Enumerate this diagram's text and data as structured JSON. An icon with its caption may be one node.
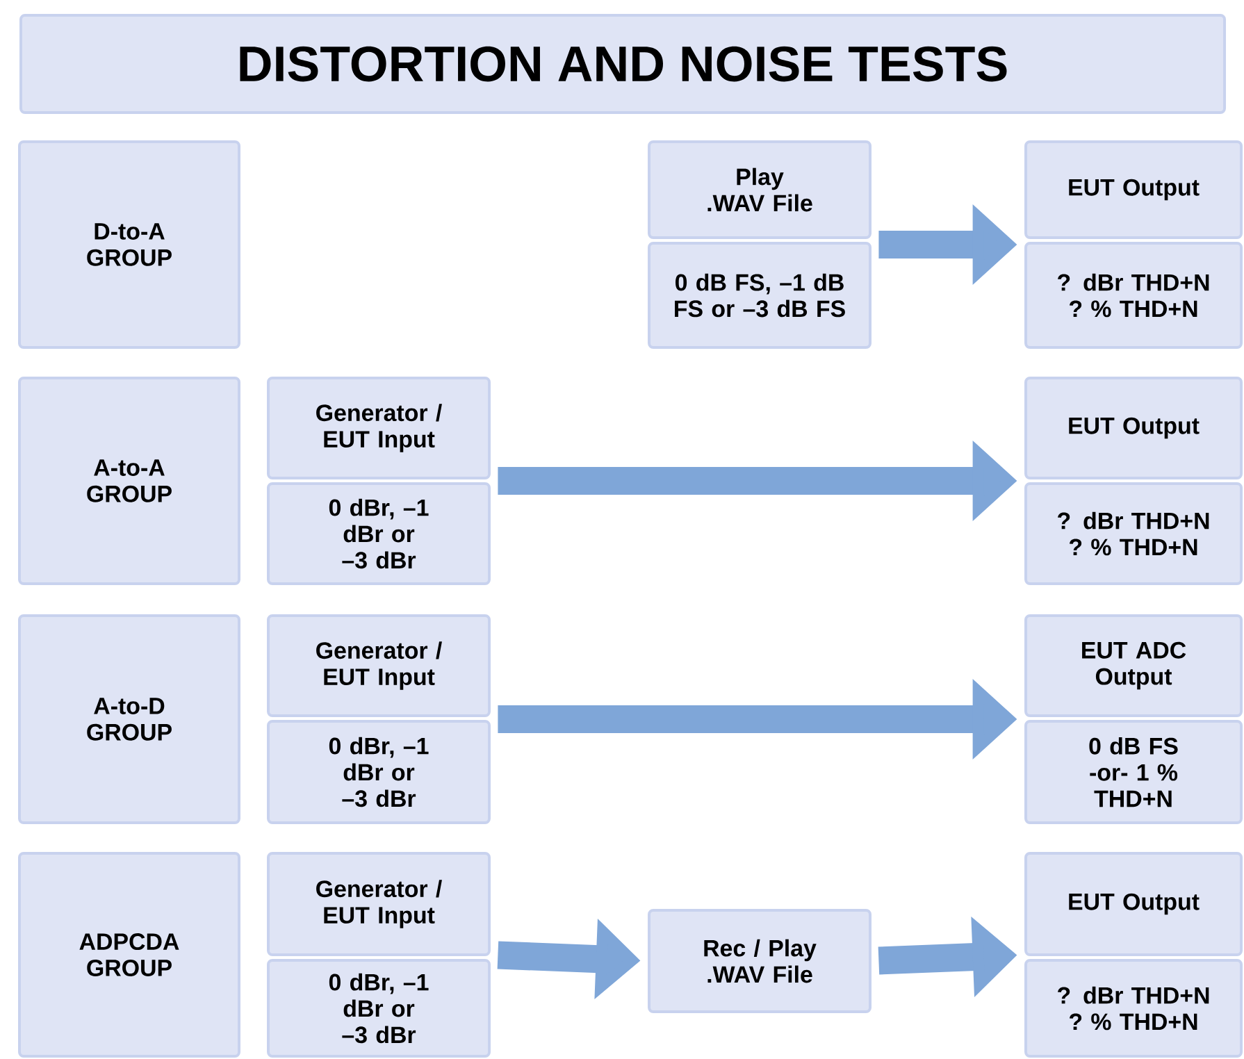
{
  "diagram": {
    "title": "DISTORTION AND NOISE TESTS",
    "nodes": [
      {
        "text": [
          "D-to-A GROUP"
        ]
      },
      {
        "text": [
          "Play .WAV File",
          "0 dB FS, –1 dB FS or –3 dB FS"
        ]
      },
      {
        "text": [
          "EUT Output",
          "? dBr THD+N ? % THD+N"
        ]
      },
      {
        "text": [
          "A-to-A GROUP"
        ]
      },
      {
        "text": [
          "Generator / EUT Input",
          "0 dBr, –1 dBr or –3 dBr"
        ]
      },
      {
        "text": [
          "EUT Output",
          "? dBr THD+N ? % THD+N"
        ]
      },
      {
        "text": [
          "A-to-D GROUP"
        ]
      },
      {
        "text": [
          "Generator / EUT Input",
          "0 dBr, –1 dBr or –3 dBr"
        ]
      },
      {
        "text": [
          "EUT ADC Output",
          "0 dB FS -or- 1 % THD+N"
        ]
      },
      {
        "text": [
          "ADPCDA GROUP"
        ]
      },
      {
        "text": [
          "Generator / EUT Input",
          "0 dBr, –1 dBr or –3 dBr"
        ]
      },
      {
        "text": [
          "Rec / Play .WAV File"
        ]
      },
      {
        "text": [
          "EUT Output",
          "? dBr THD+N ? % THD+N"
        ]
      }
    ],
    "edges": [
      {
        "from": 1,
        "to": 2,
        "arrow": "to"
      },
      {
        "from": 4,
        "to": 5,
        "arrow": "to"
      },
      {
        "from": 7,
        "to": 8,
        "arrow": "to"
      },
      {
        "from": 10,
        "to": 11,
        "arrow": "to"
      },
      {
        "from": 11,
        "to": 12,
        "arrow": "to"
      }
    ]
  }
}
